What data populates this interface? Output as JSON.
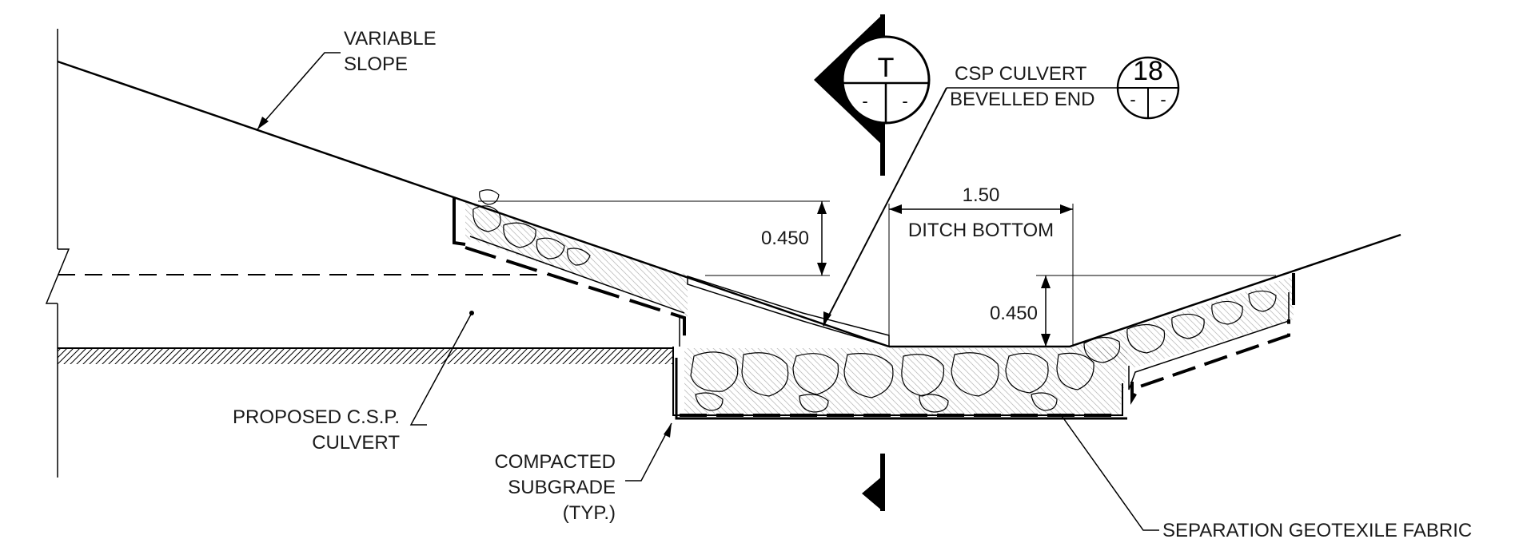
{
  "labels": {
    "variable_slope_1": "VARIABLE",
    "variable_slope_2": "SLOPE",
    "csp_culvert": "CSP CULVERT",
    "bevelled_end": "BEVELLED END",
    "dim_width": "1.50",
    "ditch_bottom": "DITCH BOTTOM",
    "dim_height_left": "0.450",
    "dim_height_right": "0.450",
    "proposed_csp_1": "PROPOSED C.S.P.",
    "proposed_csp_2": "CULVERT",
    "compacted_1": "COMPACTED",
    "compacted_2": "SUBGRADE",
    "compacted_3": "(TYP.)",
    "geotextile": "SEPARATION GEOTEXILE FABRIC"
  },
  "section_marker": {
    "letter": "T",
    "bottom_left": "-",
    "bottom_right": "-"
  },
  "detail_ref": {
    "number": "18",
    "bottom_left": "-",
    "bottom_right": "-"
  },
  "colors": {
    "line": "#000000",
    "background": "#ffffff"
  }
}
